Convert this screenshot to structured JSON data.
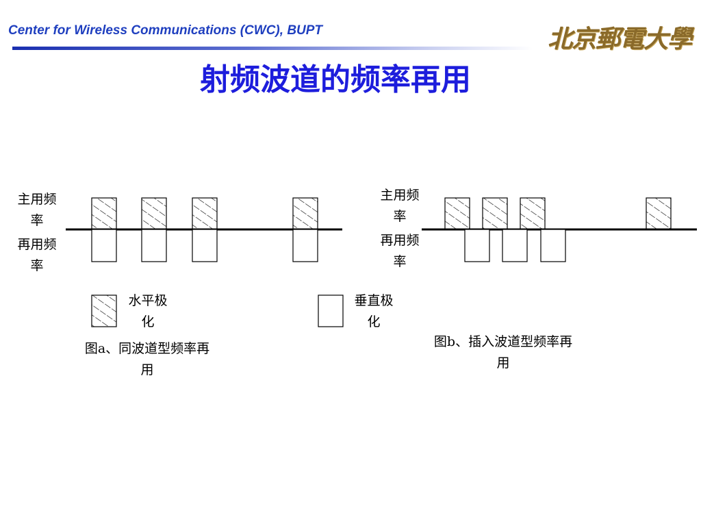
{
  "header": {
    "org": "Center for Wireless Communications (CWC), BUPT",
    "logo_text": "北京郵電大學"
  },
  "title": "射频波道的频率再用",
  "diagram_a": {
    "main_label": [
      "主用频",
      "率"
    ],
    "reuse_label": [
      "再用频",
      "率"
    ],
    "caption": [
      "图a、同波道型频率再",
      "用"
    ]
  },
  "diagram_b": {
    "main_label": [
      "主用频",
      "率"
    ],
    "reuse_label": [
      "再用频",
      "率"
    ],
    "caption": [
      "图b、插入波道型频率再",
      "用"
    ]
  },
  "legend": {
    "horizontal": [
      "水平极",
      "化"
    ],
    "vertical": [
      "垂直极",
      "化"
    ]
  },
  "colors": {
    "title": "#1d1ddc",
    "header": "#1f3fbf",
    "logo": "#8a6a2a"
  }
}
